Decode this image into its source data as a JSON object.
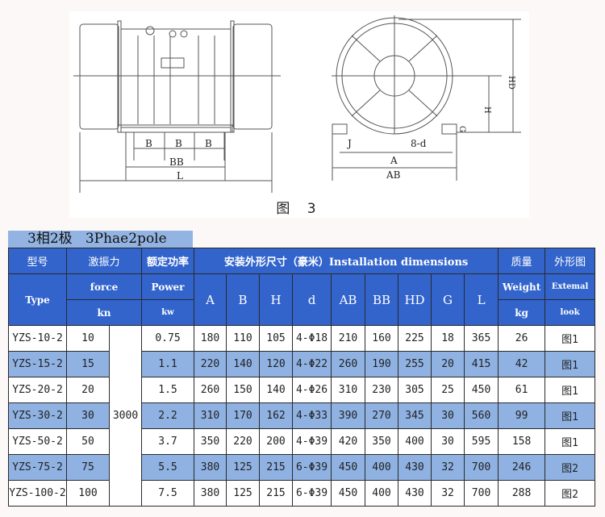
{
  "figure": {
    "caption": "图 3",
    "side_view_labels": {
      "B": "B",
      "BB": "BB",
      "L": "L"
    },
    "front_view_labels": {
      "HD": "HD",
      "H": "H",
      "G": "G",
      "J": "J",
      "bolt": "8-d",
      "A": "A",
      "AB": "AB"
    }
  },
  "table_title": "3相2极   3Phae2pole",
  "header": {
    "row1": {
      "type": "型号",
      "force": "激振力",
      "power": "额定功率",
      "install": "安装外形尺寸（豪米）Installation dimensions",
      "weight": "质量",
      "look": "外形图"
    },
    "row2": {
      "type": "Type",
      "force": "force",
      "power": "Power",
      "dims": [
        "A",
        "B",
        "H",
        "d",
        "AB",
        "BB",
        "HD",
        "G",
        "L"
      ],
      "weight": "Weight",
      "look": "Extemal"
    },
    "row3": {
      "force_unit": "kn",
      "power_unit": "kw",
      "weight_unit": "kg",
      "look": "look"
    }
  },
  "speed_merged": "3000",
  "rows": [
    {
      "type": "YZS-10-2",
      "force": "10",
      "power": "0.75",
      "A": "180",
      "B": "110",
      "H": "105",
      "d": "4-Φ18",
      "AB": "210",
      "BB": "160",
      "HD": "225",
      "G": "18",
      "L": "365",
      "kg": "26",
      "look": "图1"
    },
    {
      "type": "YZS-15-2",
      "force": "15",
      "power": "1.1",
      "A": "220",
      "B": "140",
      "H": "120",
      "d": "4-Φ22",
      "AB": "260",
      "BB": "190",
      "HD": "255",
      "G": "20",
      "L": "415",
      "kg": "42",
      "look": "图1"
    },
    {
      "type": "YZS-20-2",
      "force": "20",
      "power": "1.5",
      "A": "260",
      "B": "150",
      "H": "140",
      "d": "4-Φ26",
      "AB": "310",
      "BB": "230",
      "HD": "305",
      "G": "25",
      "L": "450",
      "kg": "61",
      "look": "图1"
    },
    {
      "type": "YZS-30-2",
      "force": "30",
      "power": "2.2",
      "A": "310",
      "B": "170",
      "H": "162",
      "d": "4-Φ33",
      "AB": "390",
      "BB": "270",
      "HD": "345",
      "G": "30",
      "L": "560",
      "kg": "99",
      "look": "图1"
    },
    {
      "type": "YZS-50-2",
      "force": "50",
      "power": "3.7",
      "A": "350",
      "B": "220",
      "H": "200",
      "d": "4-Φ39",
      "AB": "420",
      "BB": "350",
      "HD": "400",
      "G": "30",
      "L": "595",
      "kg": "158",
      "look": "图1"
    },
    {
      "type": "YZS-75-2",
      "force": "75",
      "power": "5.5",
      "A": "380",
      "B": "125",
      "H": "215",
      "d": "6-Φ39",
      "AB": "450",
      "BB": "400",
      "HD": "430",
      "G": "32",
      "L": "700",
      "kg": "246",
      "look": "图2"
    },
    {
      "type": "YZS-100-2",
      "force": "100",
      "power": "7.5",
      "A": "380",
      "B": "125",
      "H": "215",
      "d": "6-Φ39",
      "AB": "450",
      "BB": "400",
      "HD": "430",
      "G": "32",
      "L": "700",
      "kg": "288",
      "look": "图2"
    }
  ],
  "colors": {
    "header_blue": "#3264cc",
    "alt_row_blue": "#8fb2e3",
    "title_band": "#93b4e2",
    "page_bg": "#fcf8f8"
  }
}
